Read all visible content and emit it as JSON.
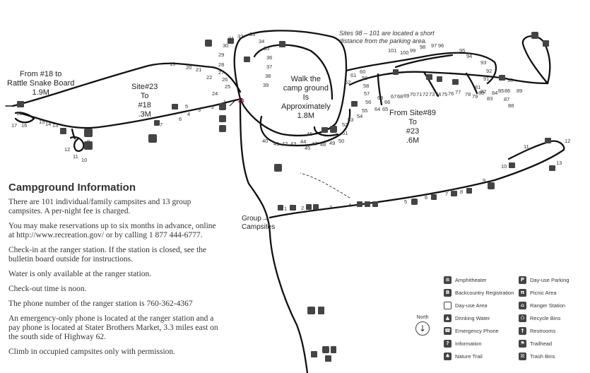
{
  "map": {
    "direction_labels": {
      "from18": "From #18 to\nRattle Snake Board\n1.9M",
      "site23": "Site#23\nTo\n#18\n.3M",
      "walk": "Walk the\ncamp ground\nIs\nApproximately\n1.8M",
      "from89": "From Site#89\nTo\n#23\n.6M",
      "group": "Group→\nCampsites"
    },
    "parking_note": "Sites 98 – 101 are located a short\ndistance from the parking area.",
    "site_numbers": {
      "west_loop": [
        "18",
        "17",
        "16",
        "15",
        "14",
        "13",
        "12",
        "11",
        "10",
        "9",
        "8"
      ],
      "south_row": [
        "1",
        "2",
        "3",
        "4",
        "5",
        "6",
        "7",
        "8",
        "9",
        "10",
        "11",
        "12",
        "13"
      ]
    }
  },
  "info": {
    "title": "Campground Information",
    "paragraphs": [
      "There are 101 individual/family campsites and 13 group campsites. A per-night fee is charged.",
      "You may make reservations up to six months in advance, online at  http://www.recreation.gov/ or by calling 1 877 444-6777.",
      "Check-in at the ranger station. If the station is closed, see the bulletin board outside for instructions.",
      "Water is only available at the ranger station.",
      "Check-out time is noon.",
      "The phone number of the ranger station  is 760-362-4367",
      "An emergency-only phone is located at the ranger station and a pay phone is located at Stater Brothers Market, 3.3 miles east on the south side of Highway 62.",
      "Climb in occupied campsites only with permission."
    ]
  },
  "legend": {
    "north_label": "North",
    "items_left": [
      {
        "icon": "amphitheater-icon",
        "glyph": "≋",
        "label": "Amphitheater"
      },
      {
        "icon": "backcountry-registration-icon",
        "glyph": "B",
        "label": "Backcountry Registration"
      },
      {
        "icon": "day-use-area-icon",
        "glyph": "",
        "label": "Day-use Area"
      },
      {
        "icon": "drinking-water-icon",
        "glyph": "▲",
        "label": "Drinking Water"
      },
      {
        "icon": "emergency-phone-icon",
        "glyph": "☎",
        "label": "Emergency Phone"
      },
      {
        "icon": "information-icon",
        "glyph": "?",
        "label": "Information"
      },
      {
        "icon": "nature-trail-icon",
        "glyph": "♣",
        "label": "Nature Trail"
      }
    ],
    "items_right": [
      {
        "icon": "day-use-parking-icon",
        "glyph": "P",
        "label": "Day-use Parking"
      },
      {
        "icon": "picnic-area-icon",
        "glyph": "π",
        "label": "Picnic Area"
      },
      {
        "icon": "ranger-station-icon",
        "glyph": "⌂",
        "label": "Ranger Station"
      },
      {
        "icon": "recycle-bins-icon",
        "glyph": "♺",
        "label": "Recycle Bins"
      },
      {
        "icon": "restrooms-icon",
        "glyph": "†",
        "label": "Restrooms"
      },
      {
        "icon": "trailhead-icon",
        "glyph": "⚑",
        "label": "Trailhead"
      },
      {
        "icon": "trash-bins-icon",
        "glyph": "☒",
        "label": "Trash Bins"
      }
    ]
  }
}
